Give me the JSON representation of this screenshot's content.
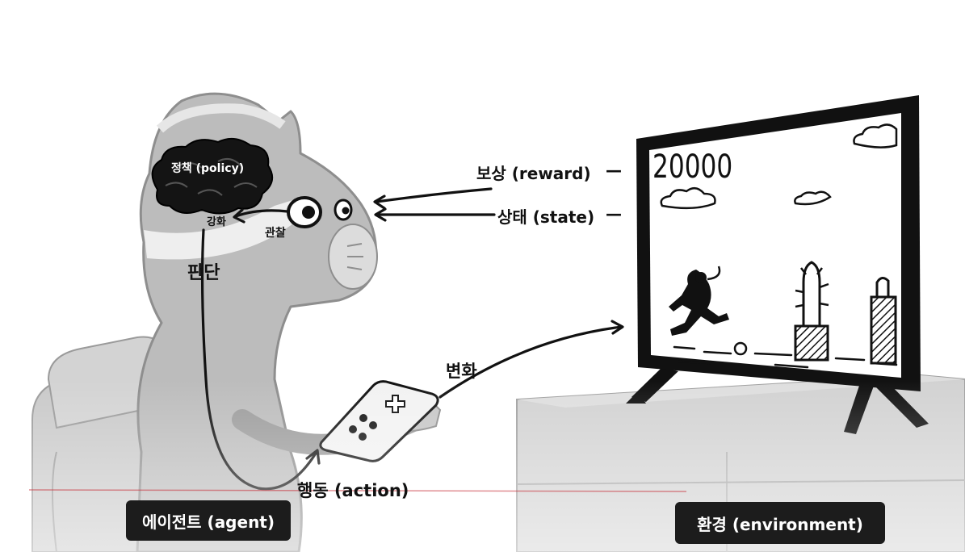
{
  "labels": {
    "policy": "정책 (policy)",
    "reinforce": "강화",
    "observe": "관찰",
    "judge": "판단",
    "reward": "보상 (reward)",
    "state": "상태 (state)",
    "change": "변화",
    "action": "행동 (action)",
    "score": "20000"
  },
  "badges": {
    "agent": "에이전트 (agent)",
    "environment": "환경 (environment)"
  },
  "colors": {
    "ink": "#111111",
    "body_gray": "#bdbdbd",
    "badge_bg": "#1c1c1c",
    "accent_red": "#c8323c"
  }
}
